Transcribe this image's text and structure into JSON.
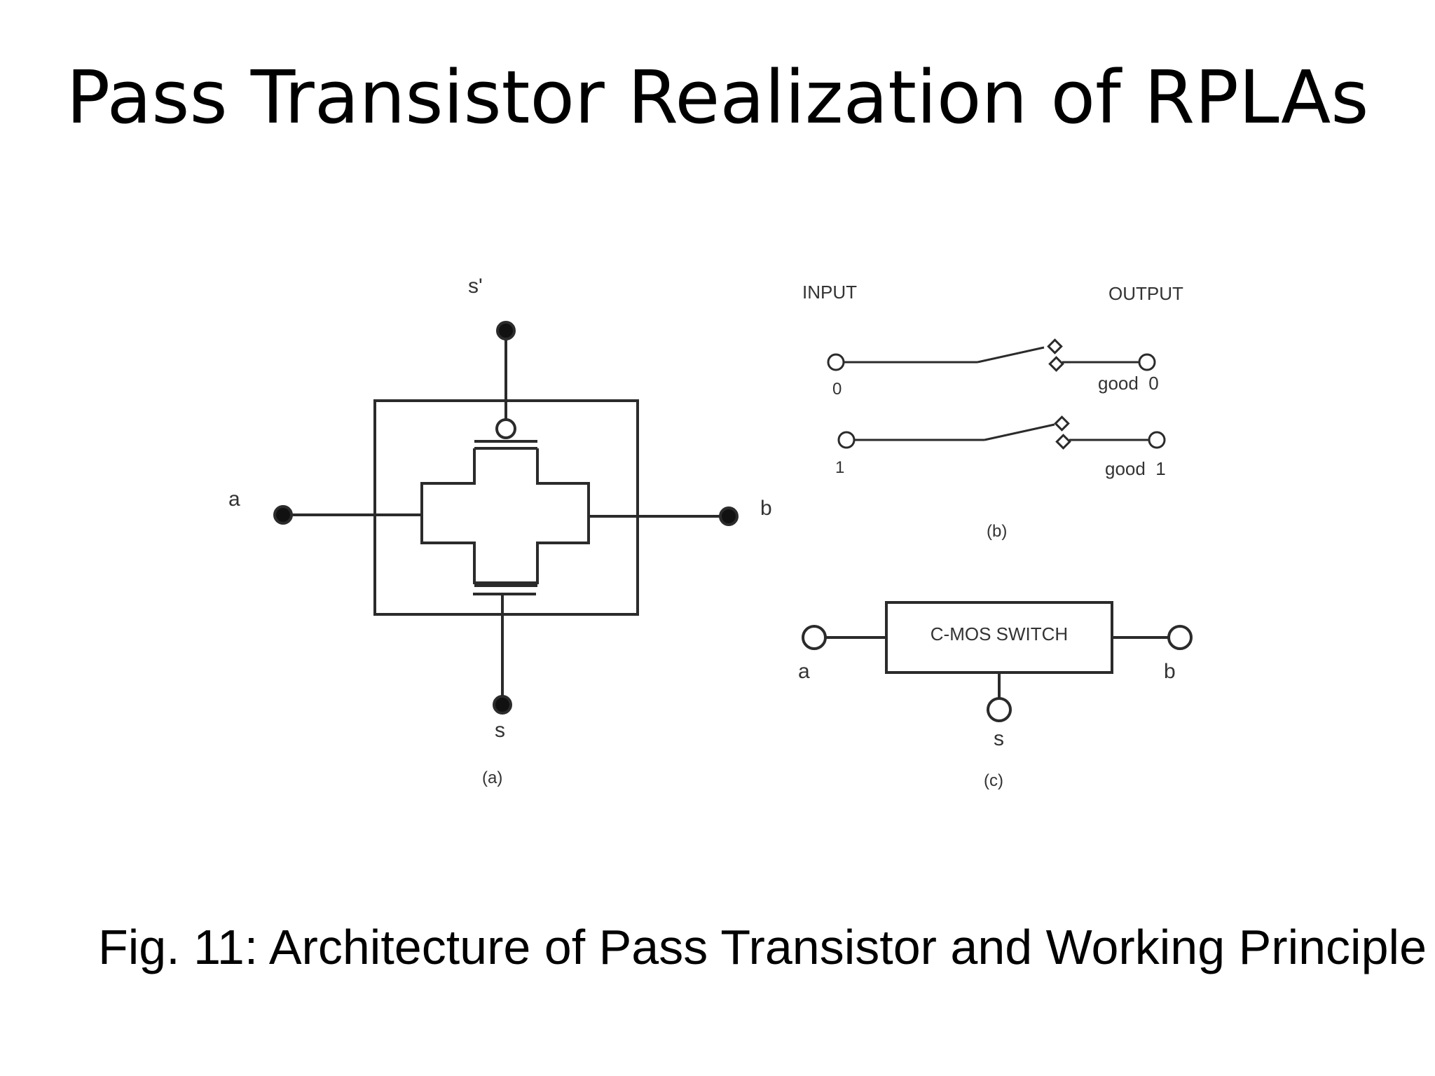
{
  "slide": {
    "title": "Pass Transistor Realization of RPLAs",
    "caption": "Fig. 11: Architecture of Pass Transistor and Working Principle"
  },
  "diagram_a": {
    "top_terminal": "s'",
    "bottom_terminal": "s",
    "left_terminal": "a",
    "right_terminal": "b",
    "label": "(a)"
  },
  "diagram_b": {
    "input_header": "INPUT",
    "output_header": "OUTPUT",
    "rows": [
      {
        "input": "0",
        "output": "good  0"
      },
      {
        "input": "1",
        "output": "good  1"
      }
    ],
    "label": "(b)"
  },
  "diagram_c": {
    "box_label": "C-MOS SWITCH",
    "left_terminal": "a",
    "right_terminal": "b",
    "bottom_terminal": "s",
    "label": "(c)"
  },
  "colors": {
    "line": "#2b2b2b",
    "text": "#000000",
    "background": "#ffffff"
  }
}
